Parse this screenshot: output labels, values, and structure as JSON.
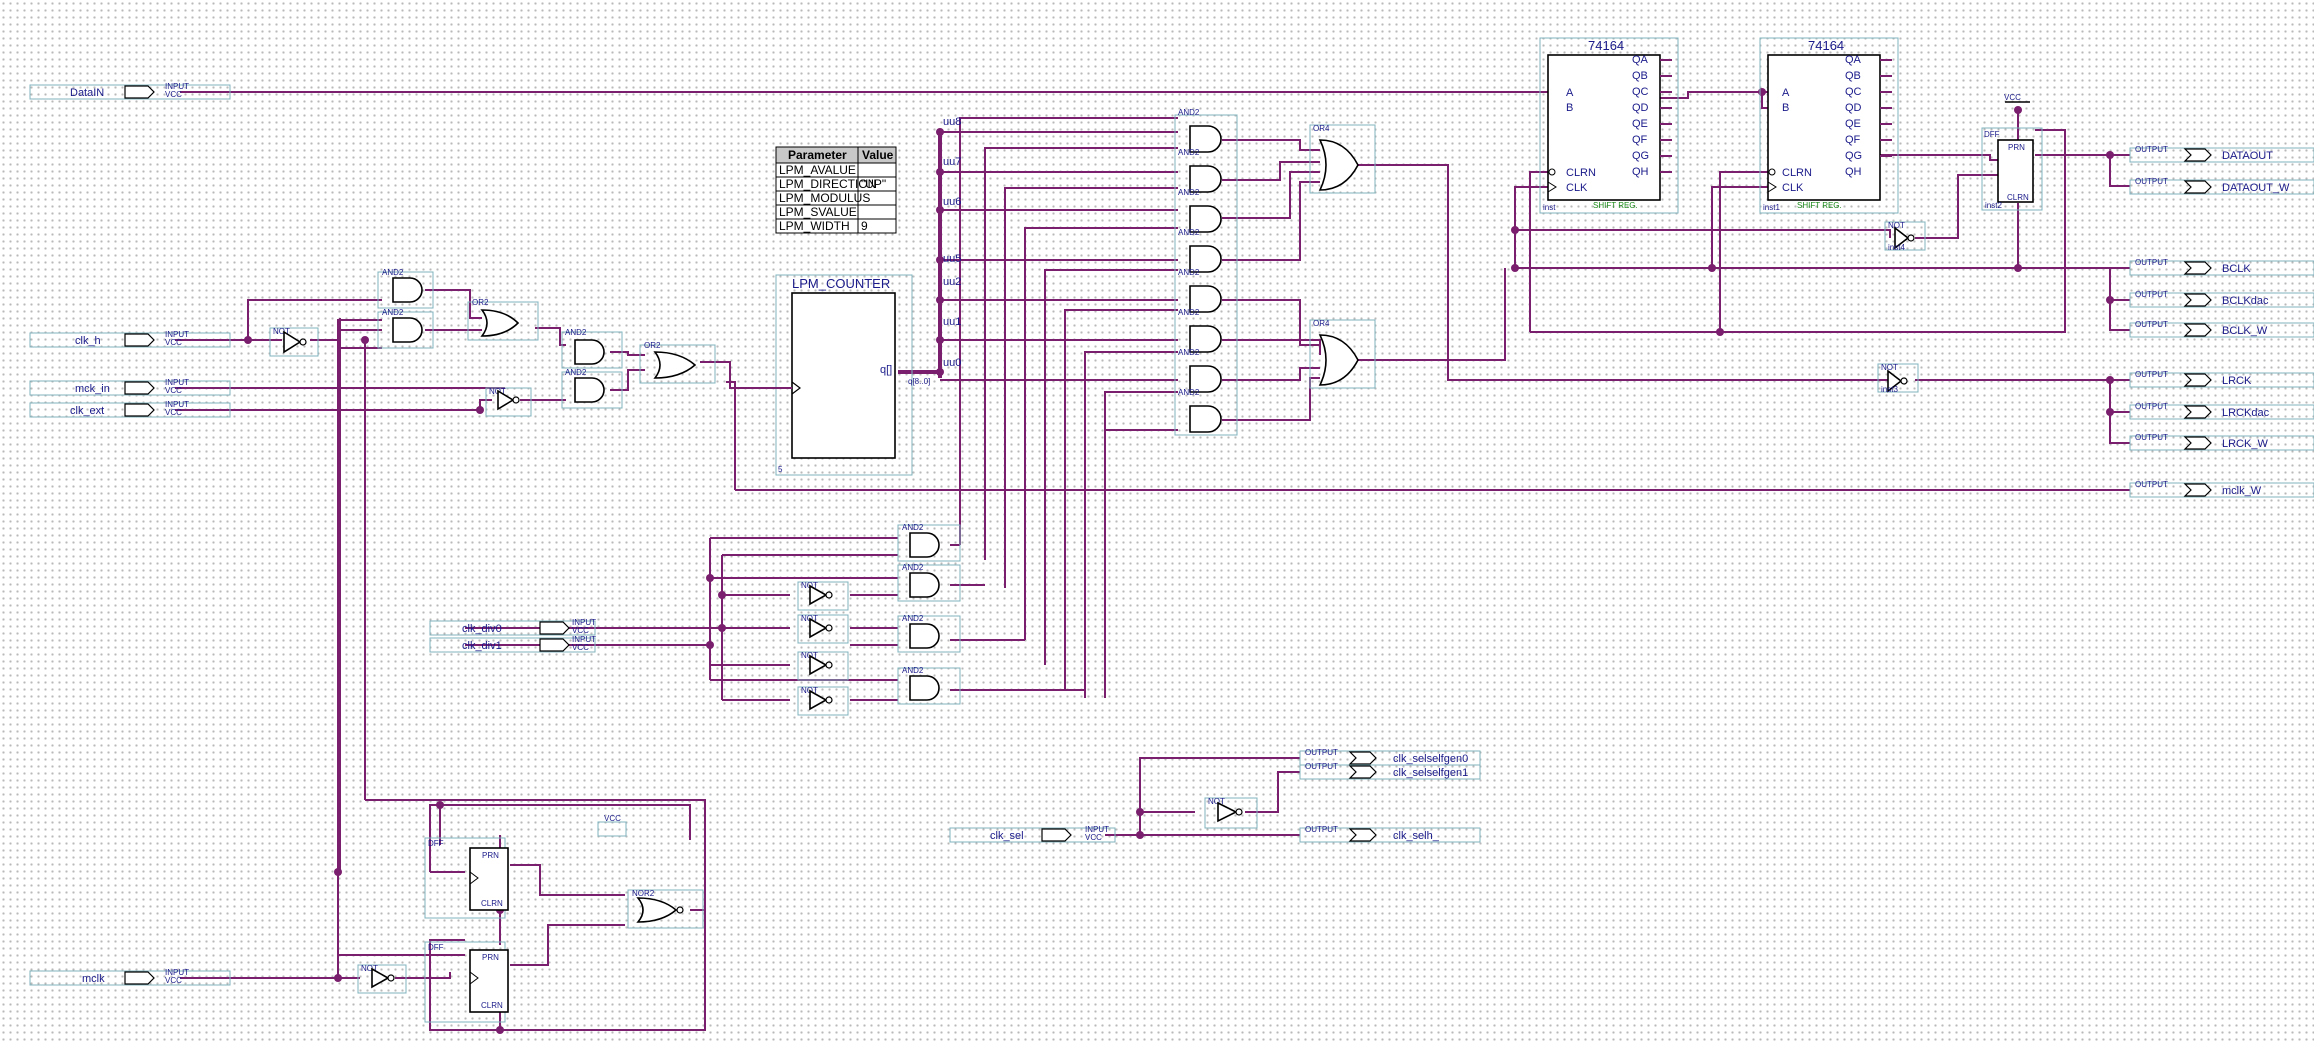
{
  "inputs": {
    "datain": "DataIN",
    "clk_h": "clk_h",
    "mck_in": "mck_in",
    "clk_ext": "clk_ext",
    "clk_div0": "clk_div0",
    "clk_div1": "clk_div1",
    "clk_sel": "clk_sel",
    "mclk": "mclk",
    "pin_type": "INPUT",
    "pin_sub": "VCC"
  },
  "outputs": {
    "dataout": "DATAOUT",
    "dataout_w": "DATAOUT_W",
    "bclk": "BCLK",
    "bclkdac": "BCLKdac",
    "bclk_w": "BCLK_W",
    "lrck": "LRCK",
    "lrckdac": "LRCKdac",
    "lrck_w": "LRCK_W",
    "mclk_w": "mclk_W",
    "clk_selselfgen0": "clk_selselfgen0",
    "clk_selselfgen1": "clk_selselfgen1",
    "clk_selh": "clk_selh_",
    "pin_type": "OUTPUT"
  },
  "param_table": {
    "header_param": "Parameter",
    "header_value": "Value",
    "rows": [
      {
        "param": "LPM_AVALUE",
        "value": ""
      },
      {
        "param": "LPM_DIRECTION",
        "value": "\"UP\""
      },
      {
        "param": "LPM_MODULUS",
        "value": ""
      },
      {
        "param": "LPM_SVALUE",
        "value": ""
      },
      {
        "param": "LPM_WIDTH",
        "value": "9"
      }
    ]
  },
  "counter": {
    "title": "LPM_COUNTER",
    "port_q": "q[]",
    "bus": "q[8..0]",
    "inst": "5"
  },
  "nets": [
    "uu8",
    "uu7",
    "uu6",
    "uu5",
    "uu2",
    "uu1",
    "uu0"
  ],
  "shift_regs": [
    {
      "title": "74164",
      "pins_left": [
        "A",
        "B",
        "CLRN",
        "CLK"
      ],
      "pins_right": [
        "QA",
        "QB",
        "QC",
        "QD",
        "QE",
        "QF",
        "QG",
        "QH"
      ],
      "footer": "SHIFT REG.",
      "inst": "inst"
    },
    {
      "title": "74164",
      "pins_left": [
        "A",
        "B",
        "CLRN",
        "CLK"
      ],
      "pins_right": [
        "QA",
        "QB",
        "QC",
        "QD",
        "QE",
        "QF",
        "QG",
        "QH"
      ],
      "footer": "SHIFT REG.",
      "inst": "inst1"
    }
  ],
  "gates": {
    "and2": "AND2",
    "or2": "OR2",
    "or4": "OR4",
    "not": "NOT",
    "nor2": "NOR2",
    "dff": "DFF",
    "vcc": "VCC",
    "prn": "PRN",
    "clrn": "CLRN"
  },
  "inst_labels": {
    "dff_top": "inst2",
    "not_mid": "inst4",
    "not_lr": "inst3"
  }
}
